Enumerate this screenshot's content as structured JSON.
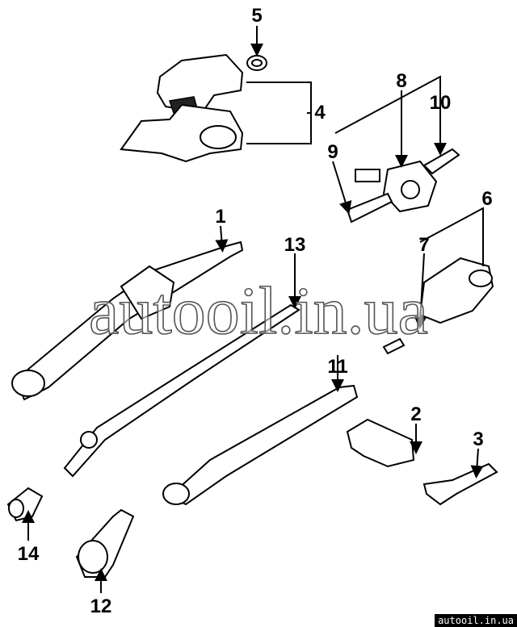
{
  "callouts": {
    "c1": "1",
    "c2": "2",
    "c3": "3",
    "c4": "4",
    "c5": "5",
    "c6": "6",
    "c7": "7",
    "c8": "8",
    "c9": "9",
    "c10": "10",
    "c11": "11",
    "c12": "12",
    "c13": "13",
    "c14": "14"
  },
  "watermark": "autooil.in.ua",
  "badge": "autooil.in.ua"
}
